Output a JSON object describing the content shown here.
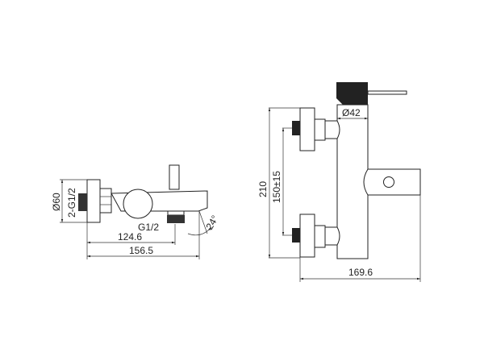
{
  "left_view": {
    "diameter_label": "Ø60",
    "thread_label": "2-G1/2",
    "outlet_label": "G1/2",
    "angle_label": "24°",
    "dim_outlet": "124.6",
    "dim_total": "156.5"
  },
  "right_view": {
    "body_diameter": "Ø42",
    "dim_height": "210",
    "dim_centers": "150±15",
    "dim_depth": "169.6"
  }
}
